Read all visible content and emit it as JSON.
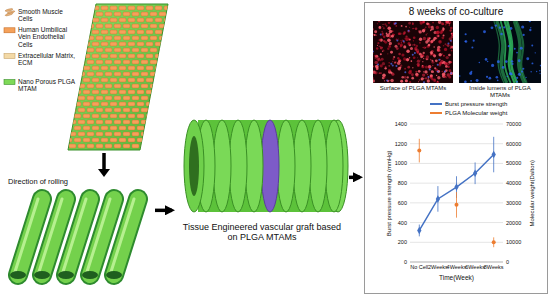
{
  "diagram": {
    "nodes": [
      {
        "text": [
          "Direction of rolling"
        ]
      },
      {
        "text": [
          "Tissue Engineered vascular graft based on PLGA MTAMs"
        ]
      },
      {
        "text": [
          "8 weeks of co-culture"
        ]
      },
      {
        "text": [
          "Surface of PLGA MTAMs"
        ],
        "in": 2
      },
      {
        "text": [
          "Inside lumens of PLGA MTAMs"
        ],
        "in": 2
      }
    ],
    "edges": [
      {
        "from": 0,
        "to": 1,
        "arrow": "to"
      },
      {
        "from": 1,
        "to": 2,
        "arrow": "to"
      }
    ],
    "labels": [
      "Smooth Muscle Cells",
      "Human Umbilical Vein Endothelial Cells",
      "Extracellular Matrix, ECM",
      "Nano Porous PLGA MTAM",
      "0",
      "200",
      "400",
      "600",
      "800",
      "1000",
      "1200",
      "1400",
      "0",
      "10000",
      "20000",
      "30000",
      "40000",
      "50000",
      "60000",
      "70000",
      "No Cell",
      "2Weeks",
      "4Weeks",
      "6Weeks",
      "8Weeks",
      "Burst pressure strength (mmHg)",
      "Molecular weight(Dalton)",
      "Time(Week)"
    ],
    "legend": [
      {
        "text": "Burst pressure strength",
        "color": "#4472c4"
      },
      {
        "text": "PLGA Molecular weight",
        "color": "#ed7d31"
      }
    ]
  }
}
